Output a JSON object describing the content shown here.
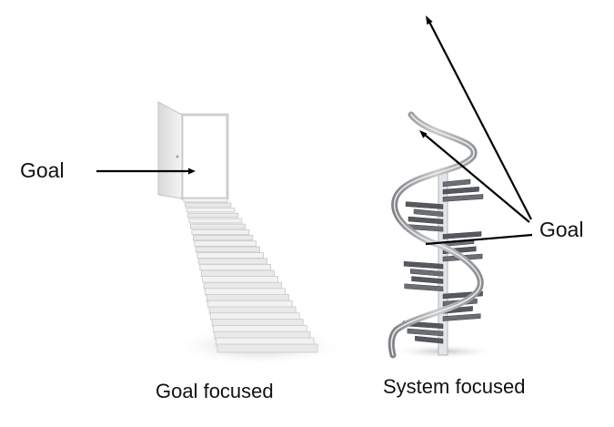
{
  "left": {
    "goal_label": "Goal",
    "caption": "Goal focused"
  },
  "right": {
    "goal_label": "Goal",
    "caption": "System focused"
  },
  "colors": {
    "text": "#111111",
    "arrow": "#000000",
    "stairs": "#e6e6e6",
    "helix": "#9a9ca0"
  }
}
